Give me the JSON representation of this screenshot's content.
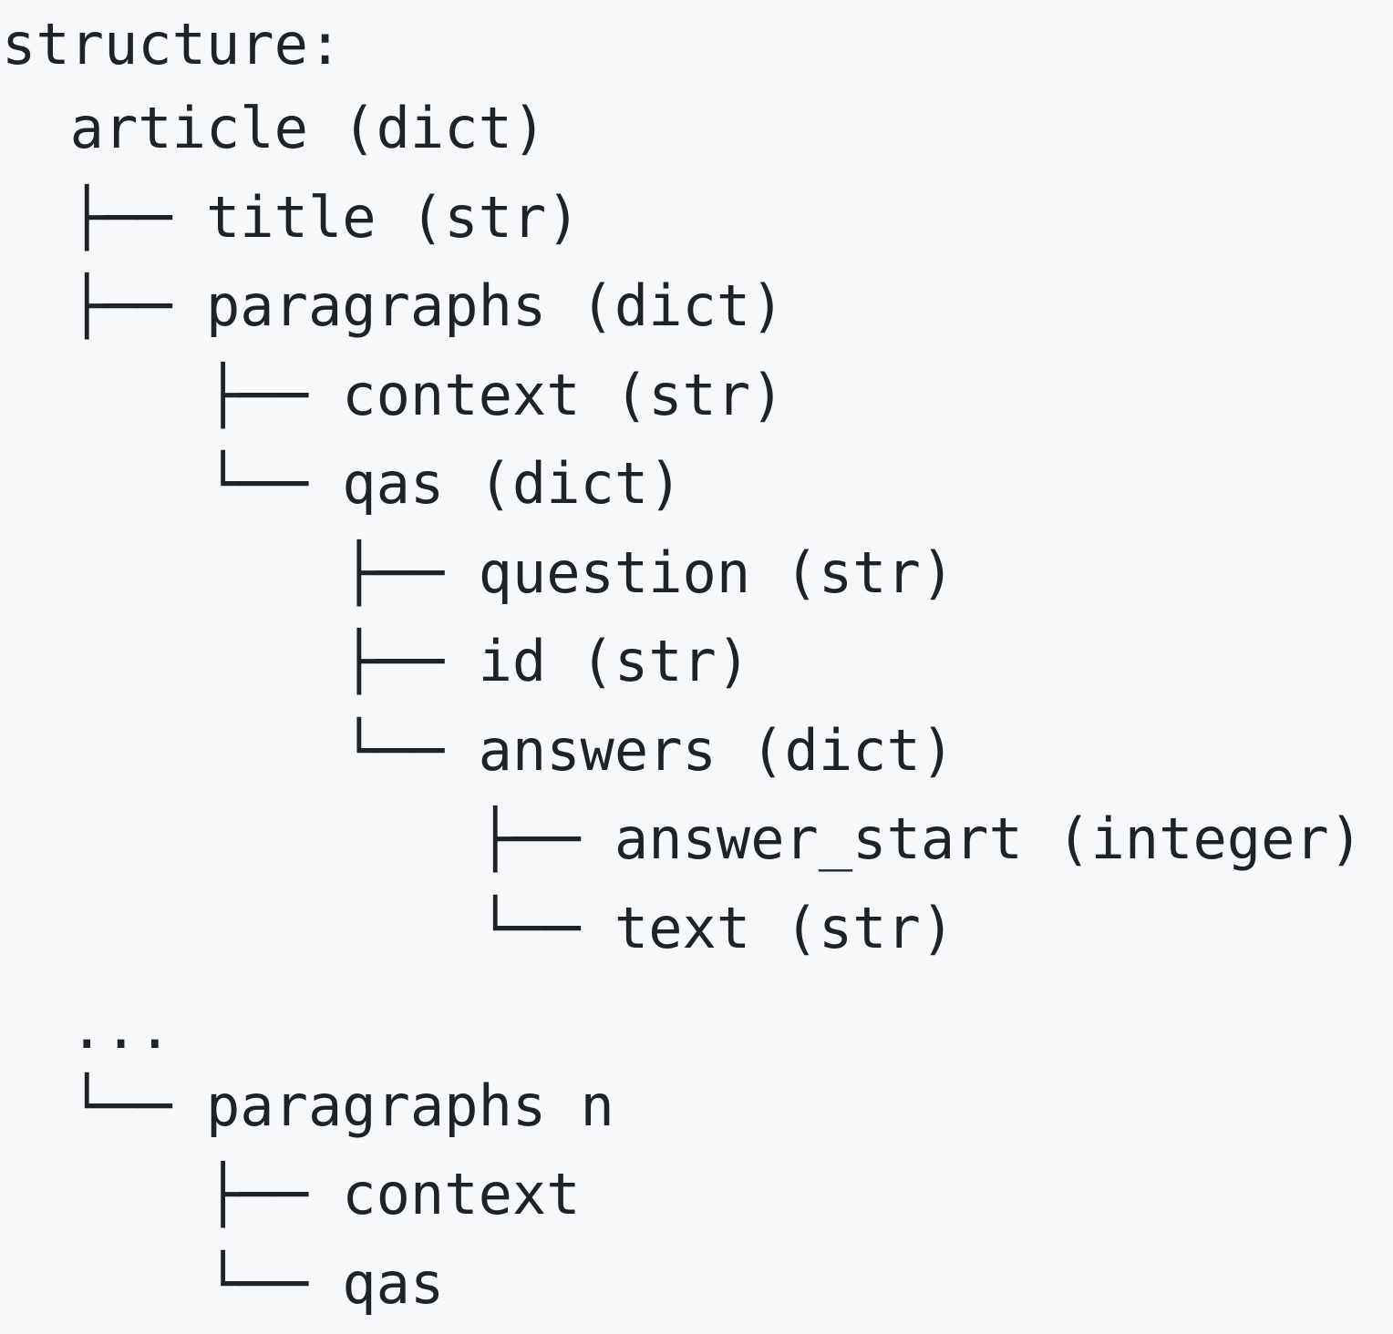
{
  "code": {
    "lines": [
      "structure:",
      "  article (dict)",
      "  ├── title (str)",
      "  ├── paragraphs (dict)",
      "      ├── context (str)",
      "      └── qas (dict)",
      "          ├── question (str)",
      "          ├── id (str)",
      "          └── answers (dict)",
      "              ├── answer_start (integer)",
      "              └── text (str)",
      "",
      "  ...",
      "  └── paragraphs n",
      "      ├── context",
      "      └── qas"
    ]
  }
}
